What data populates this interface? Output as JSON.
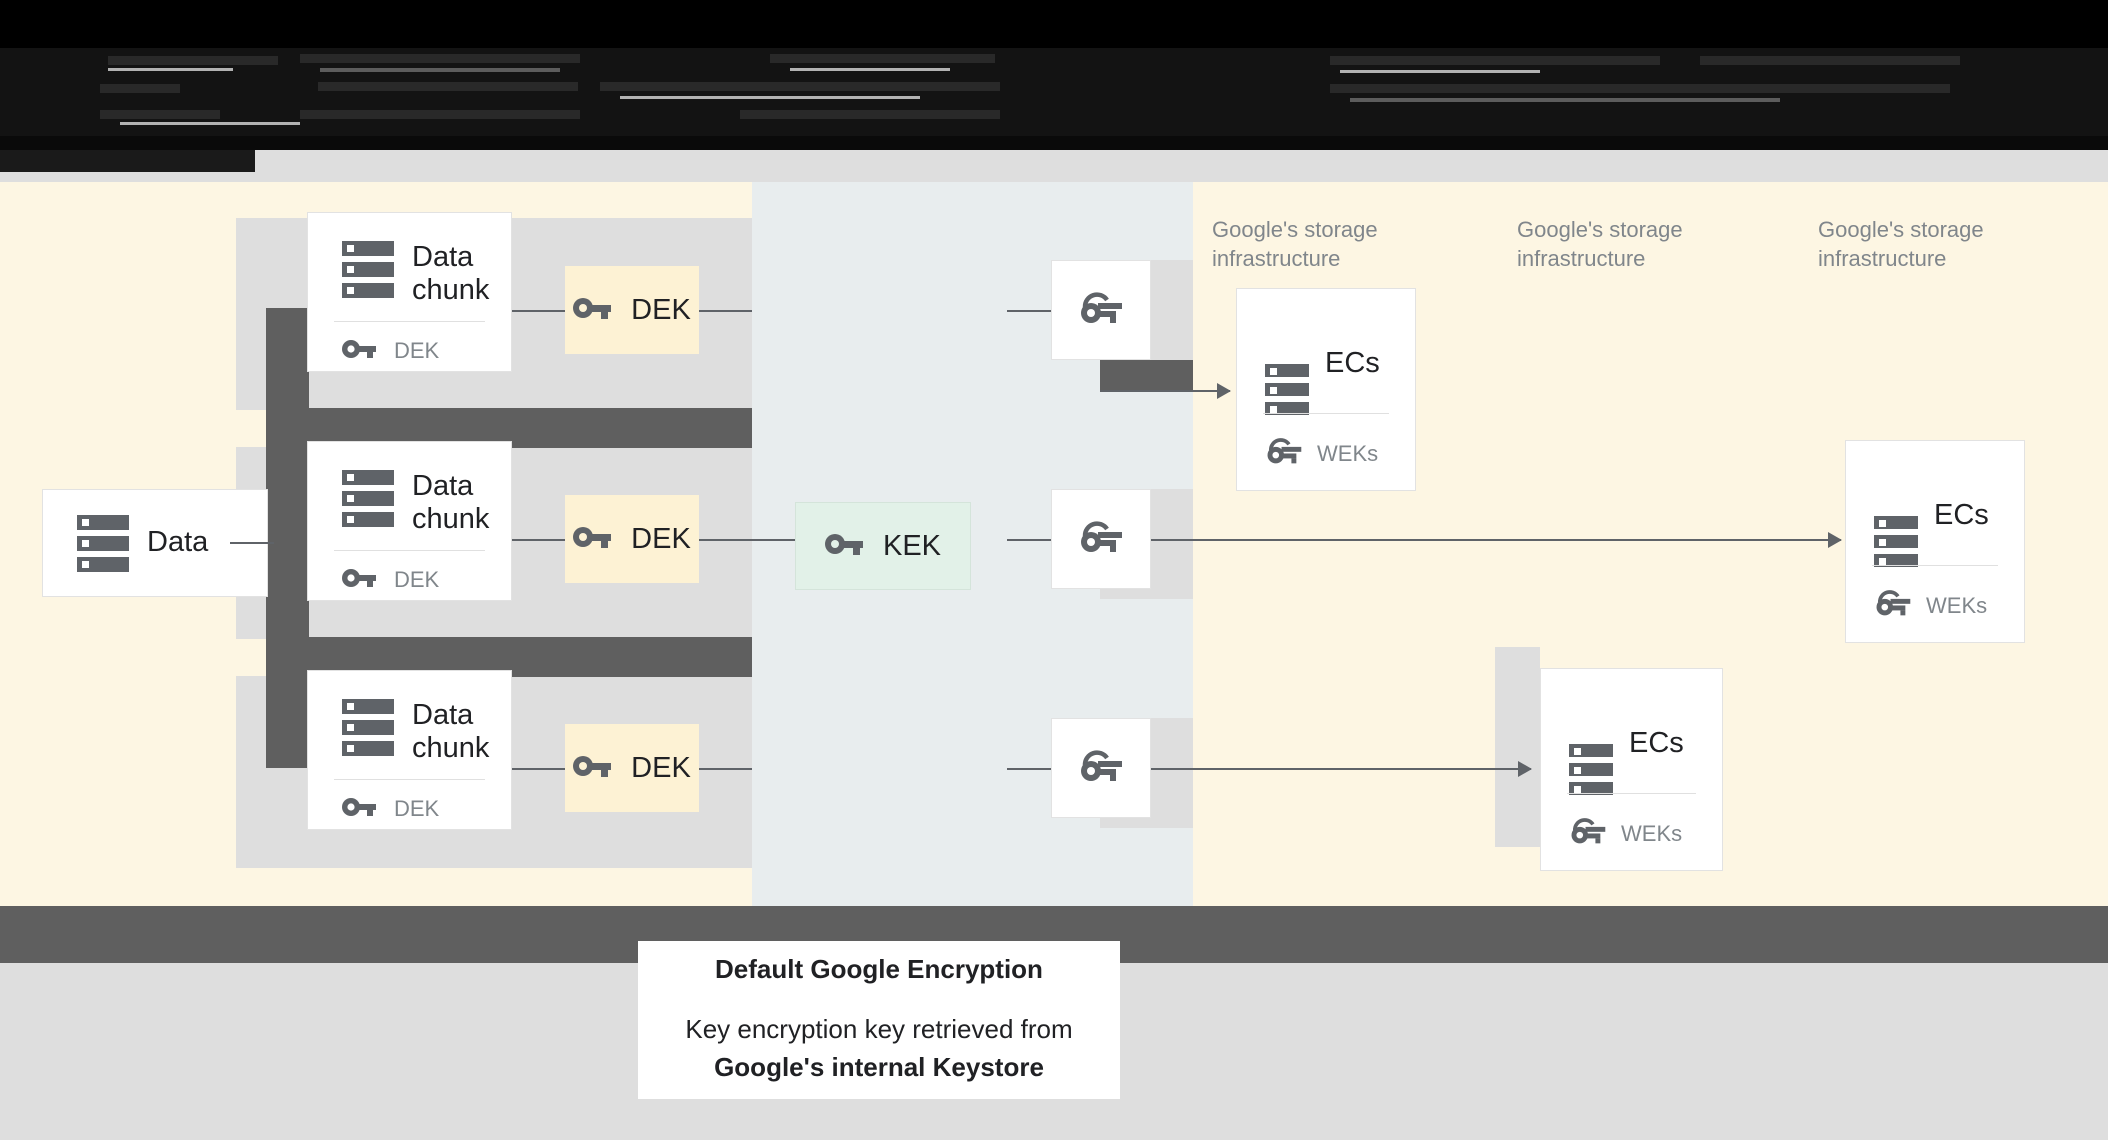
{
  "header": {
    "corrupted": true,
    "note": "illegible glitched dark header text"
  },
  "diagram": {
    "source": {
      "label": "Data",
      "icon": "server-icon"
    },
    "chunks": [
      {
        "title": "Data\nchunk",
        "icon": "server-icon",
        "key_label": "DEK",
        "key_icon": "key-icon"
      },
      {
        "title": "Data\nchunk",
        "icon": "server-icon",
        "key_label": "DEK",
        "key_icon": "key-icon"
      },
      {
        "title": "Data\nchunk",
        "icon": "server-icon",
        "key_label": "DEK",
        "key_icon": "key-icon"
      }
    ],
    "dek_boxes": [
      {
        "label": "DEK",
        "icon": "key-icon"
      },
      {
        "label": "DEK",
        "icon": "key-icon"
      },
      {
        "label": "DEK",
        "icon": "key-icon"
      }
    ],
    "kek": {
      "label": "KEK",
      "icon": "key-icon"
    },
    "wrapped_keys": [
      {
        "icon": "wrapped-key-icon"
      },
      {
        "icon": "wrapped-key-icon"
      },
      {
        "icon": "wrapped-key-icon"
      }
    ],
    "infra_labels": [
      "Google's storage\ninfrastructure",
      "Google's storage\ninfrastructure",
      "Google's storage\ninfrastructure"
    ],
    "ec_cards": [
      {
        "title": "ECs",
        "icon": "server-icon",
        "key_label": "WEKs",
        "key_icon": "wrapped-key-icon"
      },
      {
        "title": "ECs",
        "icon": "server-icon",
        "key_label": "WEKs",
        "key_icon": "wrapped-key-icon"
      },
      {
        "title": "ECs",
        "icon": "server-icon",
        "key_label": "WEKs",
        "key_icon": "wrapped-key-icon"
      }
    ]
  },
  "caption": {
    "title": "Default Google Encryption",
    "line1": "Key encryption key retrieved from",
    "line2": "Google's internal Keystore"
  },
  "colors": {
    "cream": "#fdf6e3",
    "blue_gray": "#e8edee",
    "gray": "#dedede",
    "dark_bar": "#5f5f5f",
    "dek_fill": "#fdf2d4",
    "kek_fill": "#e2f1e8",
    "icon_gray": "#5f6368",
    "muted_text": "#80868b",
    "text": "#202124"
  }
}
